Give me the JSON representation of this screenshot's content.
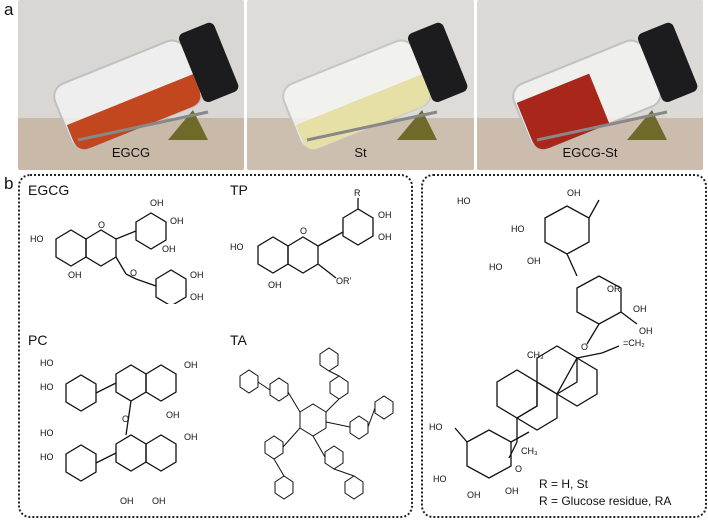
{
  "figure": {
    "panel_a_label": "a",
    "panel_b_label": "b",
    "photos": [
      {
        "label": "EGCG",
        "liquid_color": "#c2471f"
      },
      {
        "label": "St",
        "liquid_color": "#e6e0a6"
      },
      {
        "label": "EGCG-St",
        "liquid_color": "#a8261a"
      }
    ],
    "molecules": {
      "egcg": "EGCG",
      "tp": "TP",
      "pc": "PC",
      "ta": "TA"
    },
    "steviol": {
      "r_h": "R = H, St",
      "r_glucose": "R = Glucose residue, RA"
    }
  }
}
